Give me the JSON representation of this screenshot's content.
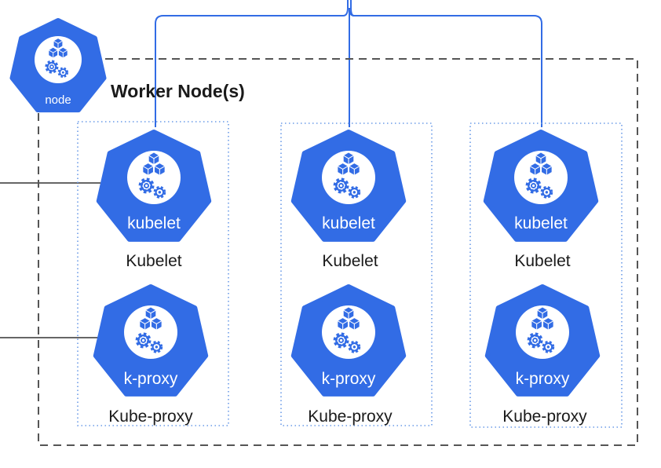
{
  "colors": {
    "accent": "#326ce5",
    "icon_white": "#ffffff",
    "text": "#1a1a1a",
    "frame": "#555555",
    "column_border": "#6b9be8"
  },
  "frame": {
    "title": "Worker Node(s)",
    "badge": {
      "icon": "cubes-gear-icon",
      "label": "node"
    }
  },
  "columns": [
    {
      "kubelet": {
        "icon": "cubes-gear-icon",
        "badge": "kubelet",
        "label": "Kubelet"
      },
      "proxy": {
        "icon": "cubes-gear-icon",
        "badge": "k-proxy",
        "label": "Kube-proxy"
      }
    },
    {
      "kubelet": {
        "icon": "cubes-gear-icon",
        "badge": "kubelet",
        "label": "Kubelet"
      },
      "proxy": {
        "icon": "cubes-gear-icon",
        "badge": "k-proxy",
        "label": "Kube-proxy"
      }
    },
    {
      "kubelet": {
        "icon": "cubes-gear-icon",
        "badge": "kubelet",
        "label": "Kubelet"
      },
      "proxy": {
        "icon": "cubes-gear-icon",
        "badge": "k-proxy",
        "label": "Kube-proxy"
      }
    }
  ]
}
